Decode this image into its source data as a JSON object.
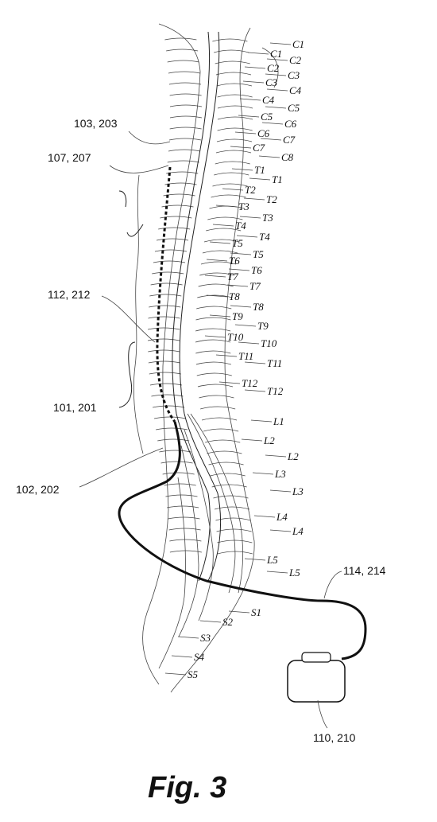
{
  "figure": {
    "caption": "Fig. 3",
    "reference_labels": {
      "r103": "103, 203",
      "r107": "107, 207",
      "r112": "112, 212",
      "r101": "101, 201",
      "r102": "102, 202",
      "r114": "114, 214",
      "r110": "110, 210"
    },
    "vertebrae": {
      "cervical": [
        "C1",
        "C1",
        "C2",
        "C2",
        "C3",
        "C3",
        "C4",
        "C4",
        "C5",
        "C5",
        "C6",
        "C6",
        "C7",
        "C7",
        "C8"
      ],
      "thoracic": [
        "T1",
        "T1",
        "T2",
        "T2",
        "T3",
        "T3",
        "T4",
        "T4",
        "T5",
        "T5",
        "T6",
        "T6",
        "T7",
        "T7",
        "T8",
        "T8",
        "T9",
        "T9",
        "T10",
        "T10",
        "T11",
        "T11",
        "T12",
        "T12"
      ],
      "lumbar": [
        "L1",
        "L2",
        "L2",
        "L3",
        "L3",
        "L4",
        "L4",
        "L5",
        "L5"
      ],
      "sacral": [
        "S1",
        "S2",
        "S3",
        "S4",
        "S5"
      ]
    },
    "colors": {
      "ink": "#111111",
      "background": "#ffffff"
    }
  }
}
